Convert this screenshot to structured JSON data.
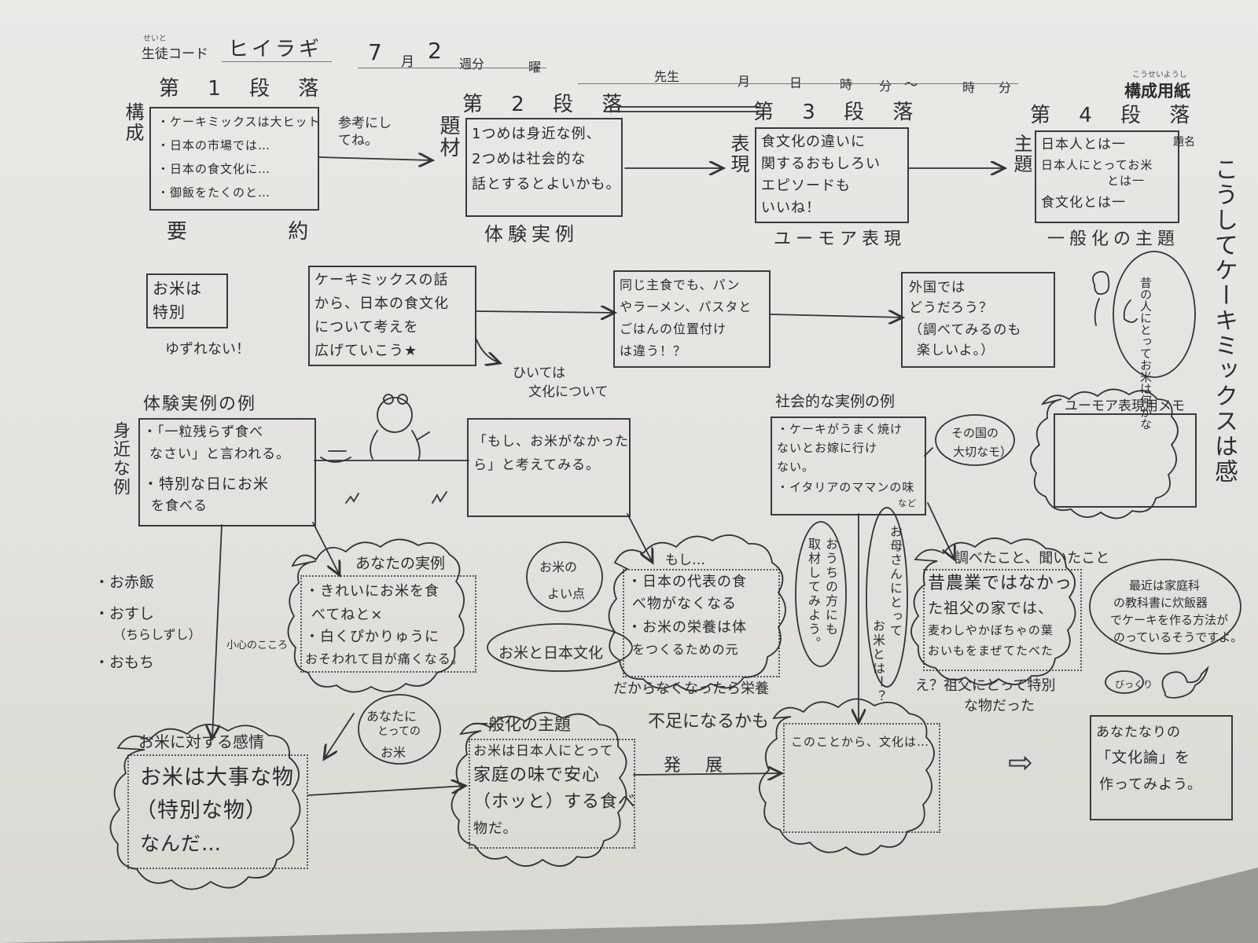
{
  "header": {
    "student_code_label": "生徒コード",
    "student_code_ruby": "せいと",
    "student_code_value": "ヒイラギ",
    "month_value": "7",
    "month_label": "月",
    "week_value": "2",
    "week_label": "週分",
    "weekday_label": "曜",
    "teacher_label": "先生",
    "date_month_label": "月",
    "date_day_label": "日",
    "time_hour_label": "時",
    "time_min_label": "分",
    "time_sep": "～",
    "time_hour2_label": "時",
    "time_min2_label": "分",
    "form_name": "構成用紙",
    "form_ruby": "こうせいようし",
    "title_label": "題名",
    "title_text": "こうしてケーキミックスは感"
  },
  "paragraphs": [
    {
      "heading": "第 1 段 落",
      "side": "構成",
      "lines": [
        "・ケーキミックスは大ヒット",
        "・日本の市場では…",
        "・日本の食文化に…",
        "・御飯をたくのと…"
      ],
      "caption": "要 約"
    },
    {
      "heading": "第 2 段 落",
      "side": "題材",
      "lines": [
        "1つめは身近な例、",
        "2つめは社会的な",
        "話とするとよいかも。"
      ],
      "caption": "体験実例"
    },
    {
      "heading": "第 3 段 落",
      "side": "表現",
      "lines": [
        "食文化の違いに",
        "関するおもしろい",
        "エピソードも",
        "いいね！"
      ],
      "caption": "ユーモア表現"
    },
    {
      "heading": "第 4 段 落",
      "side": "主題",
      "lines": [
        "日本人とは一",
        "日本人にとってお米",
        "とは一",
        "食文化とは一"
      ],
      "caption": "一般化の主題"
    }
  ],
  "notes": {
    "sankou": "参考にしてね。",
    "okome_tokubetsu": "お米は特別",
    "yuzurenai": "ゆずれない！",
    "cake_story": [
      "ケーキミックスの話",
      "から、日本の食文化",
      "について考えを",
      "広げていこう★"
    ],
    "hiitewa": [
      "ひいては",
      "文化について"
    ],
    "onaji_shushoku": [
      "同じ主食でも、パン",
      "やラーメン、パスタと",
      "ごはんの位置付け",
      "は違う！？"
    ],
    "gaikoku": [
      "外国では",
      "どうだろう？",
      "（調べてみるのも",
      "楽しいよ。）"
    ],
    "bubble_top": "昔の人にとってお米は何かな"
  },
  "examples": {
    "taiken_title": "体験実例の例",
    "side_label": "身近な例",
    "taiken_lines": [
      "・「一粒残らず食べ",
      "なさい」と言われる。",
      "・特別な日にお米",
      "を食べる"
    ],
    "list": [
      "・お赤飯",
      "・おすし",
      "（ちらしずし）",
      "・おもち"
    ],
    "moshi_box": [
      "「もし、お米がなかった",
      "ら」と考えてみる。"
    ],
    "shakai_title": "社会的な実例の例",
    "shakai_lines": [
      "・ケーキがうまく焼け",
      "ないとお嫁に行け",
      "ない。",
      "・イタリアのママンの味",
      "など"
    ],
    "sono_kuni": [
      "その国の",
      "大切なモ）"
    ],
    "humor_memo": "ユーモア表現用メモ"
  },
  "clouds": {
    "anata_jitsurei_title": "あなたの実例",
    "anata_jitsurei_lines": [
      "・きれいにお米を食",
      "べてねと×",
      "・白くぴかりゅうに",
      "おそわれて目が痛くなる。"
    ],
    "okome_yoiten": [
      "お米の",
      "よい点"
    ],
    "okome_nihonbunka": "お米と日本文化",
    "moshi_title": "もし…",
    "moshi_lines": [
      "・日本の代表の食",
      "べ物がなくなる",
      "・お米の栄養は体",
      "をつくるための元",
      "だからなくなったら栄養"
    ],
    "fusoku": "不足になるかも",
    "ouchi": [
      "おうちの方にも",
      "取材してみよう。"
    ],
    "okaasan": [
      "お母さんにとって",
      "お米とは！？"
    ],
    "shirabeta_title": "調べたこと、聞いたこと",
    "shirabeta_lines": [
      "昔農業ではなかっ",
      "た祖父の家では、",
      "麦わしやかぼちゃの葉",
      "おいもをまぜてたべた"
    ],
    "sofu": [
      "え？祖父にとって特別",
      "な物だった"
    ],
    "saikin": [
      "最近は家庭科",
      "の教科書に炊飯器",
      "でケーキを作る方法が",
      "のっているそうですよ。"
    ],
    "bikkuri": "びっくり",
    "kanjo_title": "お米に対する感情",
    "kanjo_lines": [
      "お米は大事な物",
      "（特別な物）",
      "なんだ…"
    ],
    "kokoro": "小心のこころ",
    "anata_okome": [
      "あなたに",
      "とっての",
      "お米"
    ],
    "ippanka_title": "一般化の主題",
    "ippanka_lines": [
      "お米は日本人にとって",
      "家庭の味で安心",
      "（ホッと）する食べ",
      "物だ。"
    ],
    "hatten": "発 展",
    "kono_koto": "このことから、文化は…",
    "bunkaron": [
      "あなたなりの",
      "「文化論」を",
      "作ってみよう。"
    ]
  }
}
